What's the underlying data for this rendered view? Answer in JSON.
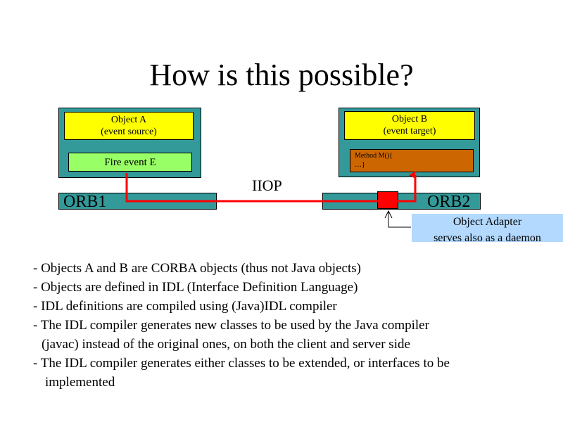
{
  "slide": {
    "title": "How is this possible?"
  },
  "diagram": {
    "object_a": {
      "name": "Object A",
      "role": "(event source)"
    },
    "object_b": {
      "name": "Object B",
      "role": "(event target)"
    },
    "fire_event": "Fire event E",
    "method_lines": [
      "Method M(){",
      "…}"
    ],
    "orb1": "ORB1",
    "orb2": "ORB2",
    "protocol": "IIOP",
    "adapter_lines": [
      "Object Adapter",
      "serves also as a daemon"
    ],
    "colors": {
      "host": "#339999",
      "object": "#ffff00",
      "fire_event": "#99ff66",
      "method": "#cc6600",
      "connector": "#ff0000",
      "adapter_box": "#b3d9ff"
    }
  },
  "bullets": [
    "- Objects A and B are CORBA objects (thus not Java objects)",
    "- Objects are defined in IDL (Interface Definition Language)",
    "- IDL definitions are compiled using (Java)IDL compiler",
    "- The IDL compiler generates new classes to be used by the Java compiler",
    "(javac) instead of the original ones, on both the client and server side",
    "- The IDL compiler generates either classes to be extended, or interfaces to be",
    "implemented"
  ]
}
